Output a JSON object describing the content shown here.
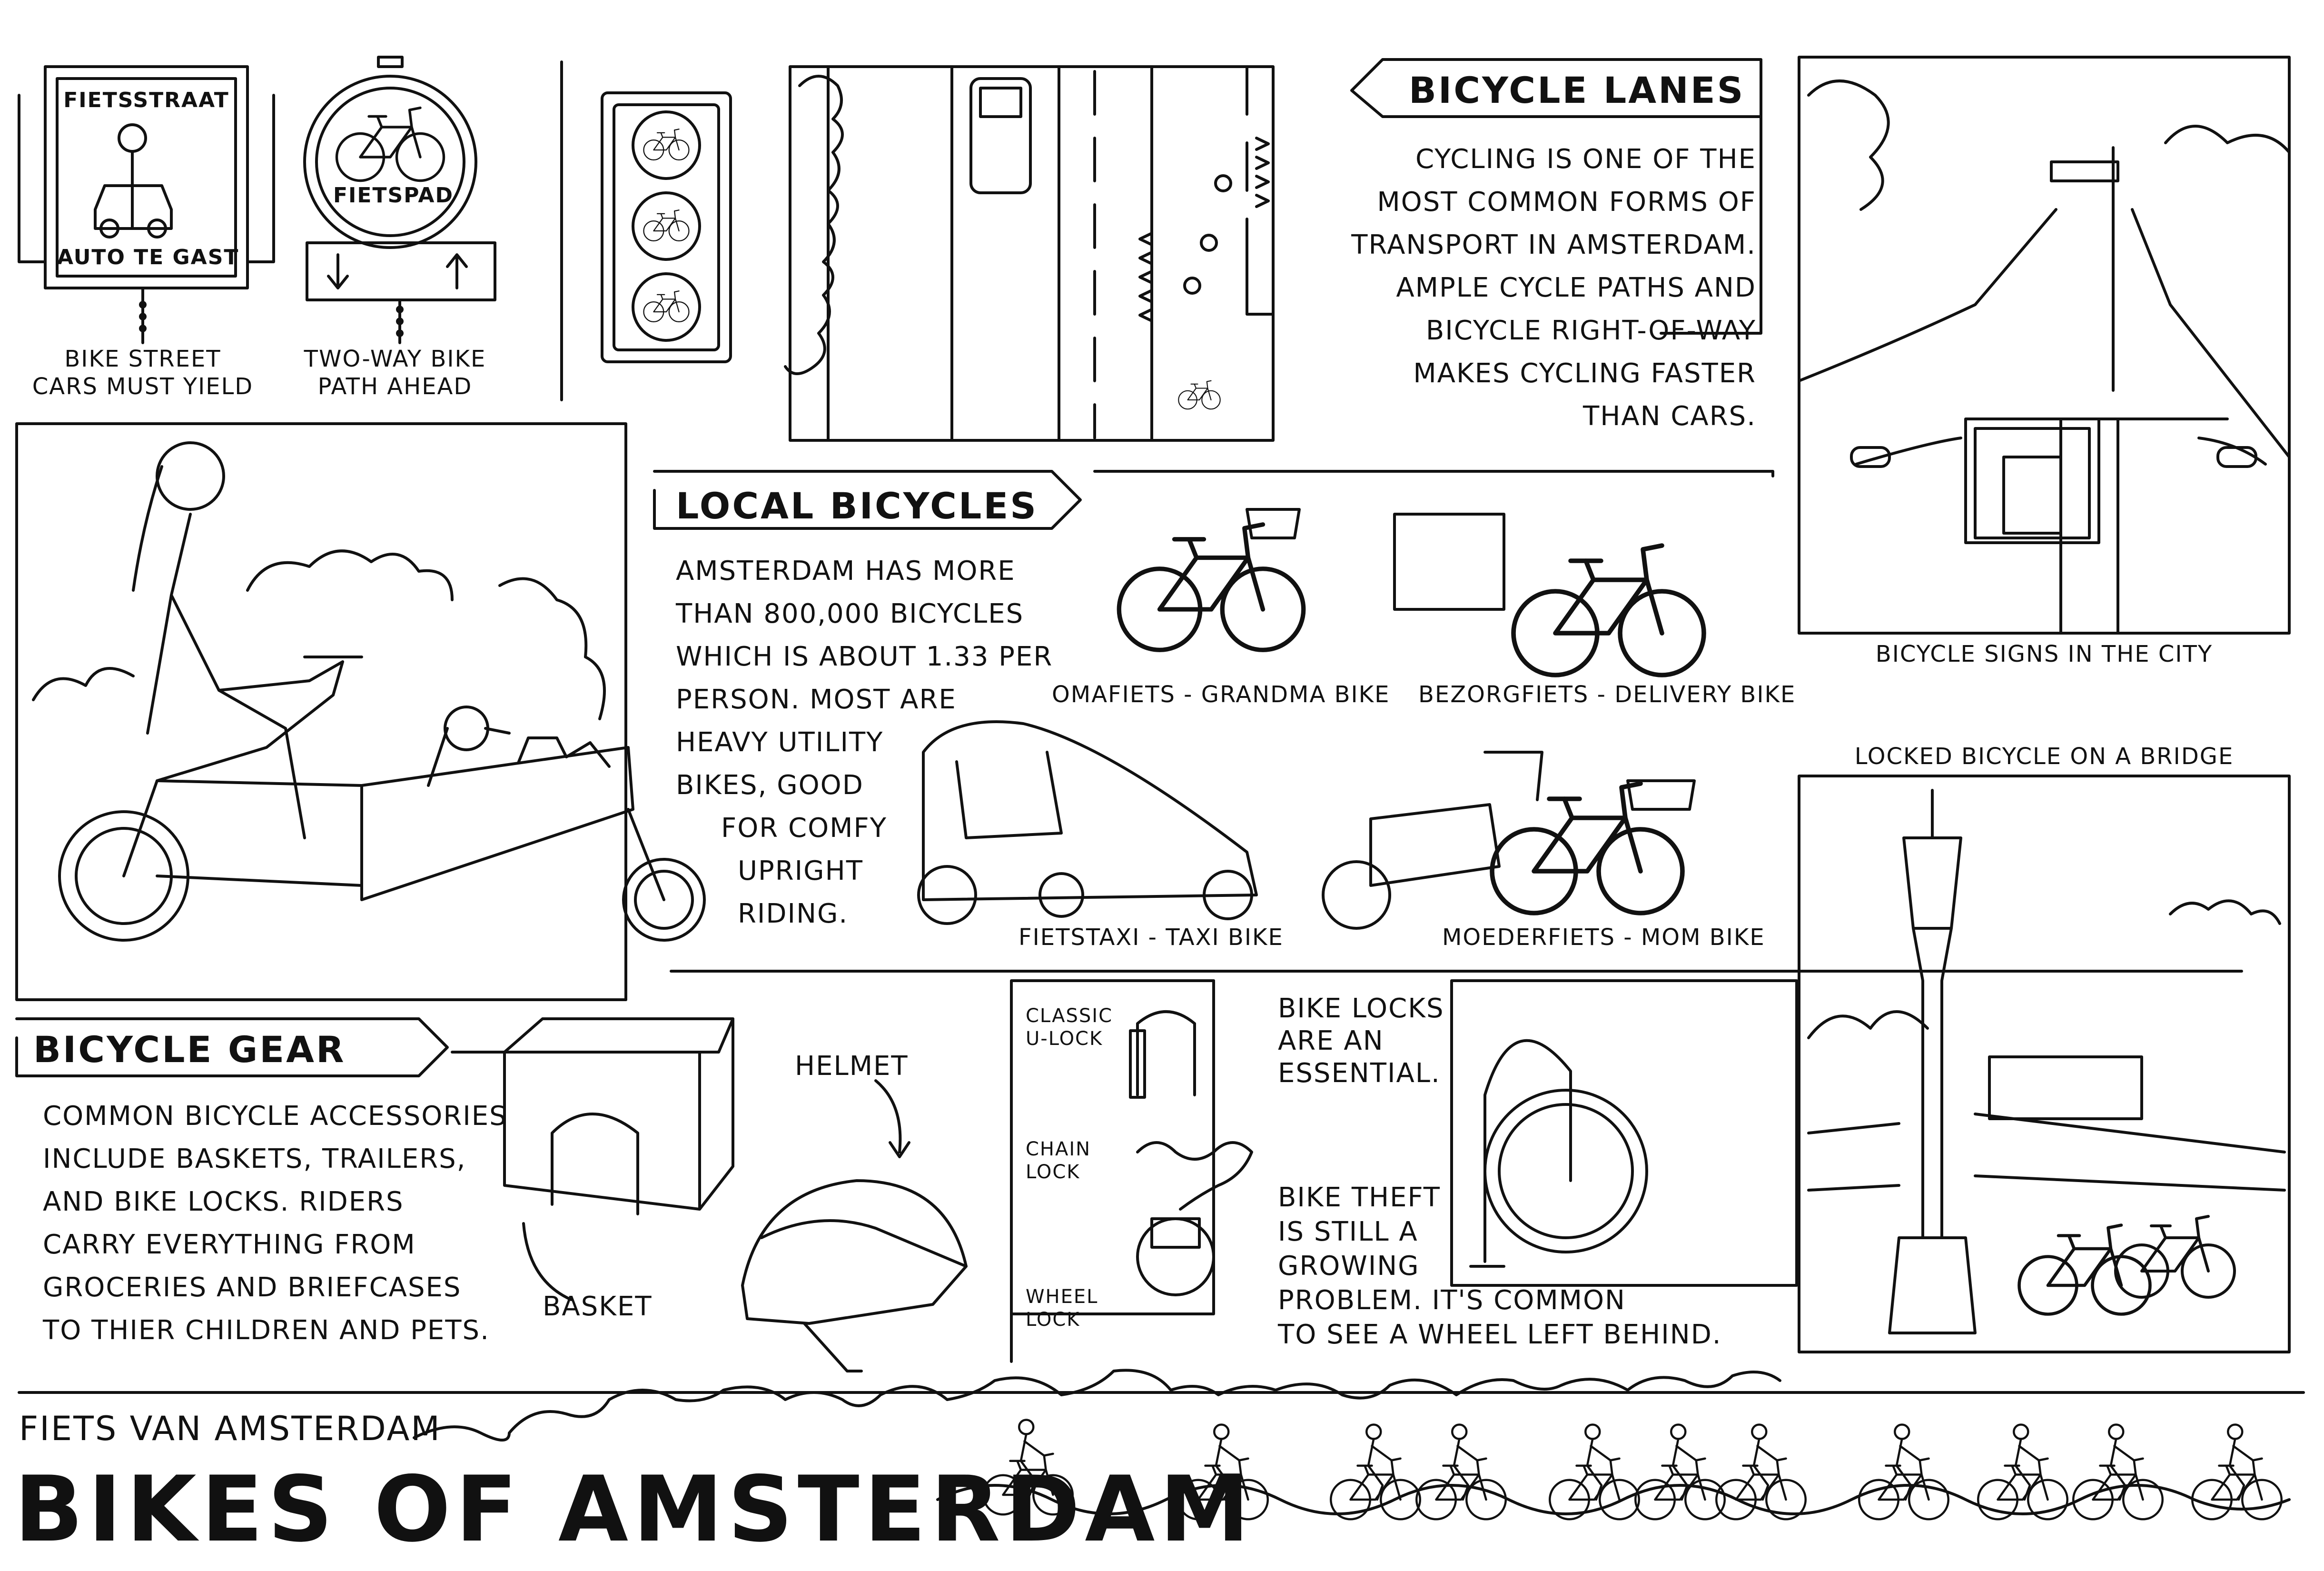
{
  "signs": {
    "fietsstraat": "FIETSSTRAAT",
    "auto_te_gast": "AUTO TE GAST",
    "fietspad": "FIETSPAD",
    "bike_street_caption": [
      "BIKE STREET",
      "CARS MUST YIELD"
    ],
    "two_way_caption": [
      "TWO-WAY BIKE",
      "PATH AHEAD"
    ]
  },
  "lanes": {
    "title": "BICYCLE LANES",
    "text": [
      "CYCLING IS ONE OF THE",
      "MOST COMMON FORMS OF",
      "TRANSPORT IN AMSTERDAM.",
      "AMPLE CYCLE PATHS AND",
      "BICYCLE RIGHT-OF-WAY",
      "MAKES CYCLING FASTER",
      "THAN CARS."
    ]
  },
  "city": {
    "signs_caption": "BICYCLE SIGNS IN THE CITY",
    "bridge_caption": "LOCKED BICYCLE ON A BRIDGE"
  },
  "local": {
    "title": "LOCAL BICYCLES",
    "text": [
      "AMSTERDAM HAS MORE",
      "THAN 800,000 BICYCLES",
      "WHICH IS ABOUT 1.33 PER",
      "PERSON. MOST ARE",
      "HEAVY UTILITY",
      "BIKES, GOOD",
      "FOR COMFY",
      "UPRIGHT",
      "RIDING."
    ],
    "bikes": [
      "OMAFIETS - GRANDMA BIKE",
      "BEZORGFIETS - DELIVERY BIKE",
      "FIETSTAXI - TAXI BIKE",
      "MOEDERFIETS - MOM BIKE"
    ]
  },
  "gear": {
    "title": "BICYCLE GEAR",
    "text": [
      "COMMON BICYCLE ACCESSORIES",
      "INCLUDE BASKETS, TRAILERS,",
      "AND BIKE LOCKS. RIDERS",
      "CARRY EVERYTHING FROM",
      "GROCERIES AND BRIEFCASES",
      "TO THIER CHILDREN AND PETS."
    ],
    "basket": "BASKET",
    "helmet": "HELMET"
  },
  "locks": {
    "classic": [
      "CLASSIC",
      "U-LOCK"
    ],
    "chain": [
      "CHAIN",
      "LOCK"
    ],
    "wheel": [
      "WHEEL",
      "LOCK"
    ],
    "essential": [
      "BIKE LOCKS",
      "ARE AN",
      "ESSENTIAL."
    ],
    "theft": [
      "BIKE THEFT",
      "IS STILL A",
      "GROWING",
      "PROBLEM. IT'S COMMON",
      "TO SEE A WHEEL LEFT BEHIND."
    ]
  },
  "footer": {
    "subtitle": "FIETS VAN AMSTERDAM",
    "title": "BIKES OF AMSTERDAM"
  }
}
